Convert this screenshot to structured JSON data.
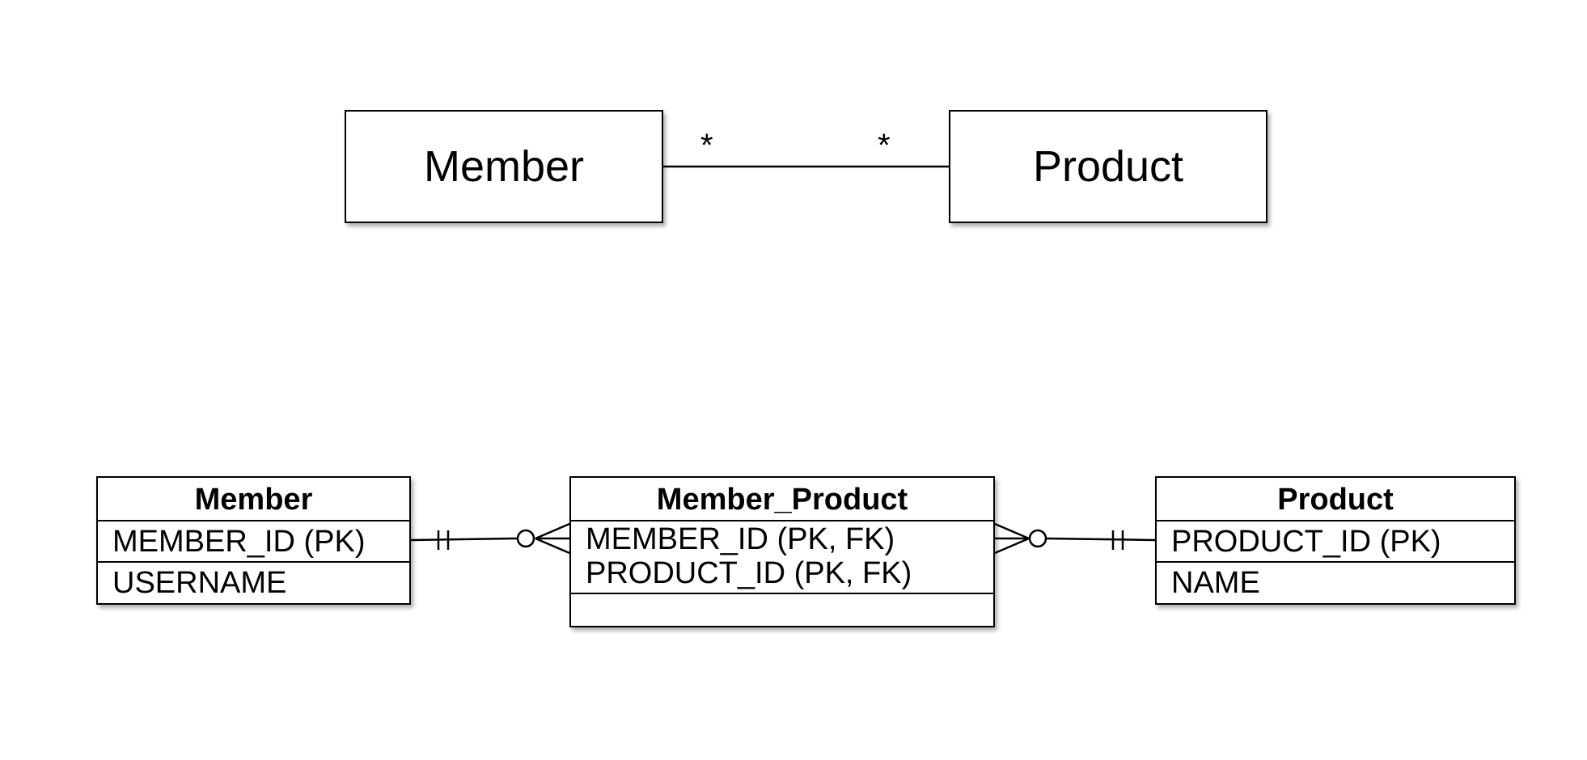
{
  "uml": {
    "left_class": "Member",
    "right_class": "Product",
    "left_multiplicity": "*",
    "right_multiplicity": "*"
  },
  "erd": {
    "member": {
      "title": "Member",
      "columns": [
        "MEMBER_ID (PK)",
        "USERNAME"
      ]
    },
    "member_product": {
      "title": "Member_Product",
      "columns": [
        "MEMBER_ID (PK, FK)",
        "PRODUCT_ID (PK, FK)"
      ]
    },
    "product": {
      "title": "Product",
      "columns": [
        "PRODUCT_ID (PK)",
        "NAME"
      ]
    },
    "relations": [
      {
        "from": "Member",
        "to": "Member_Product",
        "from_cardinality": "exactly-one",
        "to_cardinality": "zero-or-many"
      },
      {
        "from": "Product",
        "to": "Member_Product",
        "from_cardinality": "exactly-one",
        "to_cardinality": "zero-or-many"
      }
    ]
  },
  "colors": {
    "line": "#000000",
    "background": "#ffffff"
  }
}
